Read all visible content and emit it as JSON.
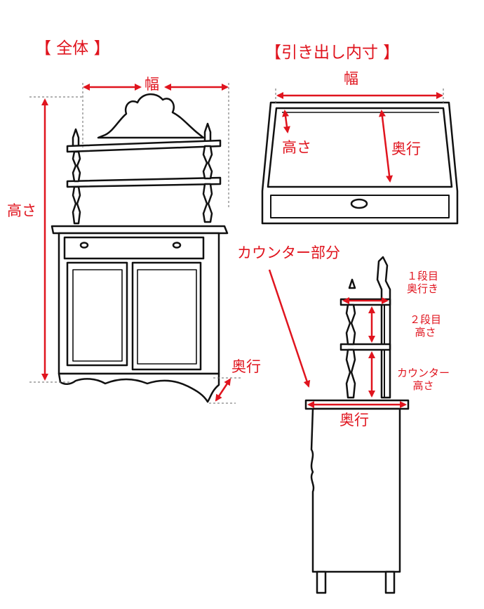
{
  "colors": {
    "accent": "#e0141e",
    "line": "#111111",
    "guide": "#666666"
  },
  "sections": {
    "whole": "【 全体 】",
    "drawer_inner": "【引き出し内寸 】"
  },
  "labels": {
    "width": "幅",
    "height": "高さ",
    "depth": "奥行",
    "drawer_width": "幅",
    "drawer_height": "高さ",
    "drawer_depth": "奥行",
    "counter_part": "カウンター部分",
    "shelf1_depth": "１段目\n奥行き",
    "shelf2_height": "２段目\n高さ",
    "counter_height": "カウンター\n高さ",
    "counter_depth": "奥行"
  }
}
